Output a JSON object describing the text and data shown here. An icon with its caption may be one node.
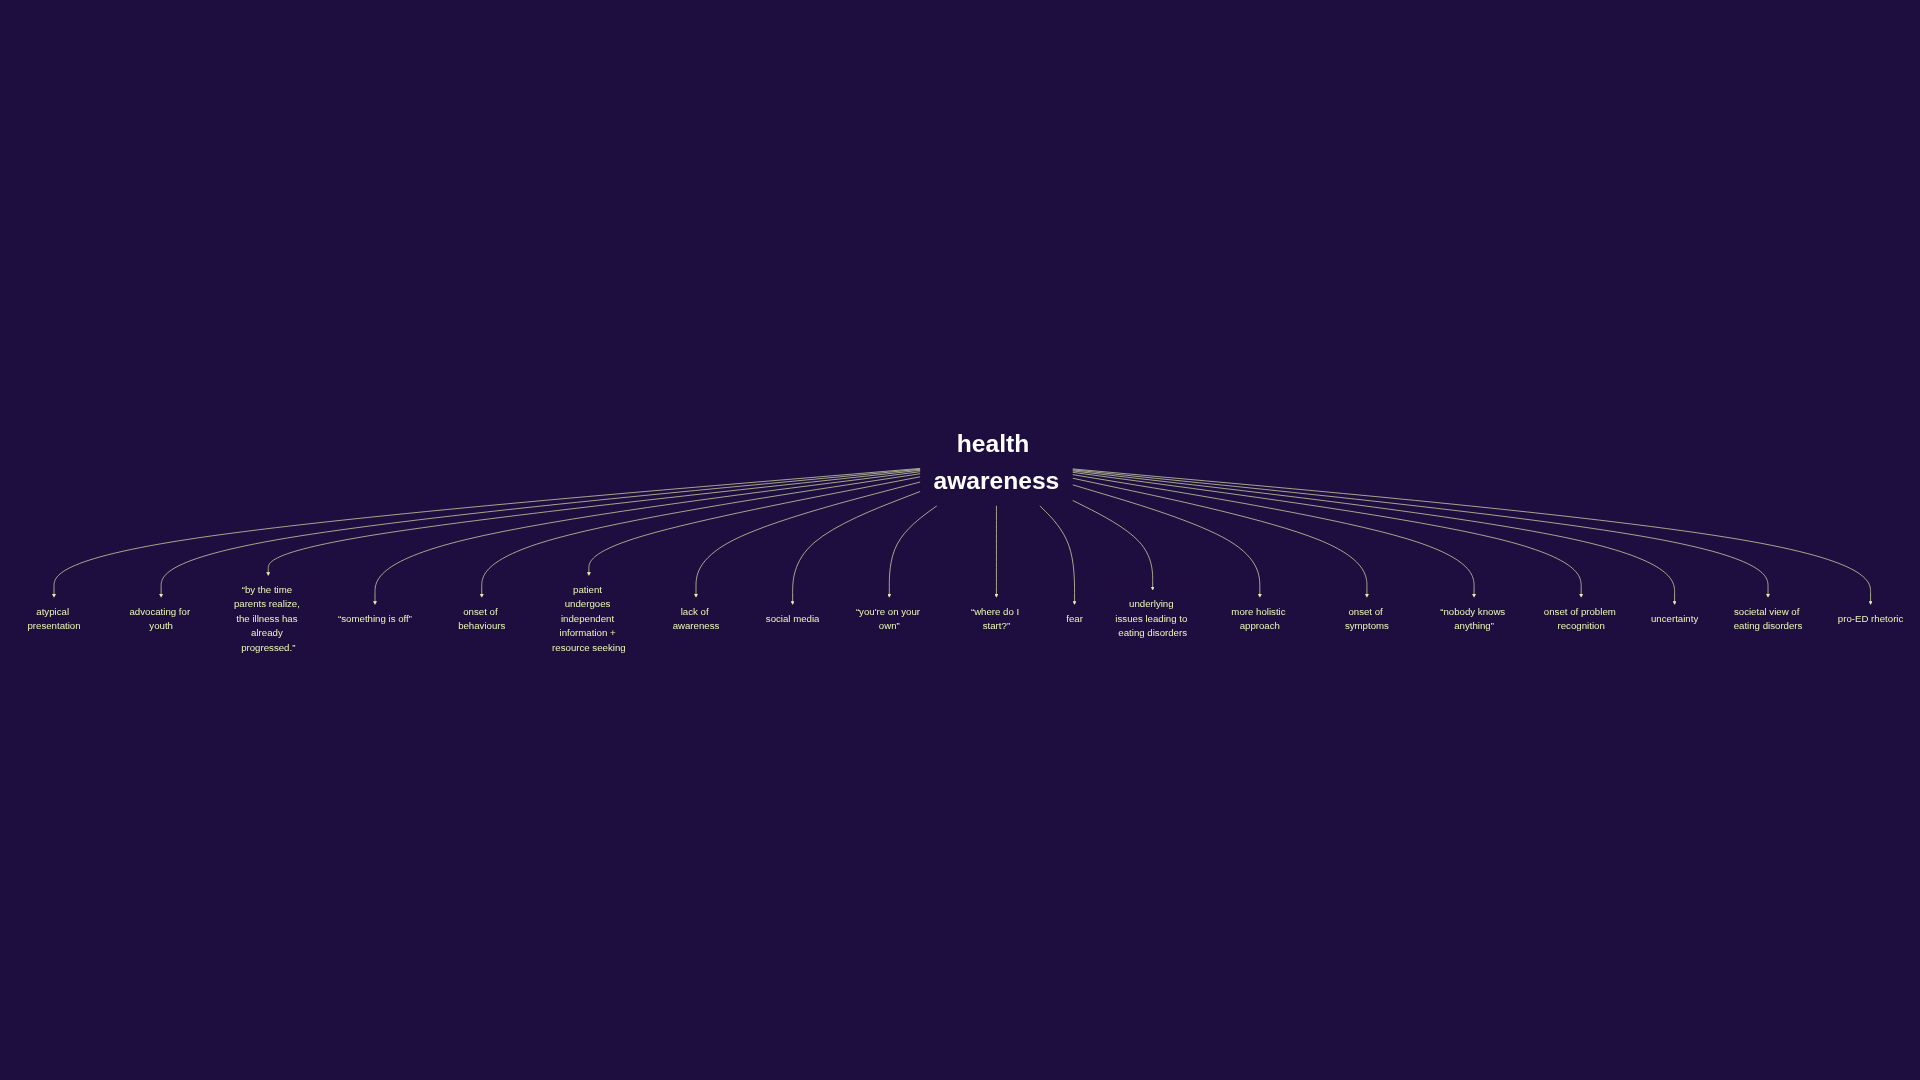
{
  "diagram": {
    "nodes": [
      {
        "text": [
          "health awareness"
        ]
      },
      {
        "text": [
          "atypical presentation"
        ]
      },
      {
        "text": [
          "advocating for youth"
        ]
      },
      {
        "text": [
          "“by the time parents realize, the illness has already progressed.”"
        ]
      },
      {
        "text": [
          "“something is off”"
        ]
      },
      {
        "text": [
          "onset of behaviours"
        ]
      },
      {
        "text": [
          "patient undergoes independent information + resource seeking"
        ]
      },
      {
        "text": [
          "lack of awareness"
        ]
      },
      {
        "text": [
          "social media"
        ]
      },
      {
        "text": [
          "“you're on your own”"
        ]
      },
      {
        "text": [
          "“where do I start?”"
        ]
      },
      {
        "text": [
          "fear"
        ]
      },
      {
        "text": [
          "underlying issues leading to eating disorders"
        ]
      },
      {
        "text": [
          "more holistic approach"
        ]
      },
      {
        "text": [
          "onset of symptoms"
        ]
      },
      {
        "text": [
          "“nobody knows anything”"
        ]
      },
      {
        "text": [
          "onset of problem recognition"
        ]
      },
      {
        "text": [
          "uncertainty"
        ]
      },
      {
        "text": [
          "societal view of eating disorders"
        ]
      },
      {
        "text": [
          "pro-ED rhetoric"
        ]
      }
    ],
    "edges": [
      {
        "from": 0,
        "to": 1,
        "arrow": "to"
      },
      {
        "from": 0,
        "to": 2,
        "arrow": "to"
      },
      {
        "from": 0,
        "to": 3,
        "arrow": "to"
      },
      {
        "from": 0,
        "to": 4,
        "arrow": "to"
      },
      {
        "from": 0,
        "to": 5,
        "arrow": "to"
      },
      {
        "from": 0,
        "to": 6,
        "arrow": "to"
      },
      {
        "from": 0,
        "to": 7,
        "arrow": "to"
      },
      {
        "from": 0,
        "to": 8,
        "arrow": "to"
      },
      {
        "from": 0,
        "to": 9,
        "arrow": "to"
      },
      {
        "from": 0,
        "to": 10,
        "arrow": "to"
      },
      {
        "from": 0,
        "to": 11,
        "arrow": "to"
      },
      {
        "from": 0,
        "to": 12,
        "arrow": "to"
      },
      {
        "from": 0,
        "to": 13,
        "arrow": "to"
      },
      {
        "from": 0,
        "to": 14,
        "arrow": "to"
      },
      {
        "from": 0,
        "to": 15,
        "arrow": "to"
      },
      {
        "from": 0,
        "to": 16,
        "arrow": "to"
      },
      {
        "from": 0,
        "to": 17,
        "arrow": "to"
      },
      {
        "from": 0,
        "to": 18,
        "arrow": "to"
      },
      {
        "from": 0,
        "to": 19,
        "arrow": "to"
      }
    ]
  }
}
